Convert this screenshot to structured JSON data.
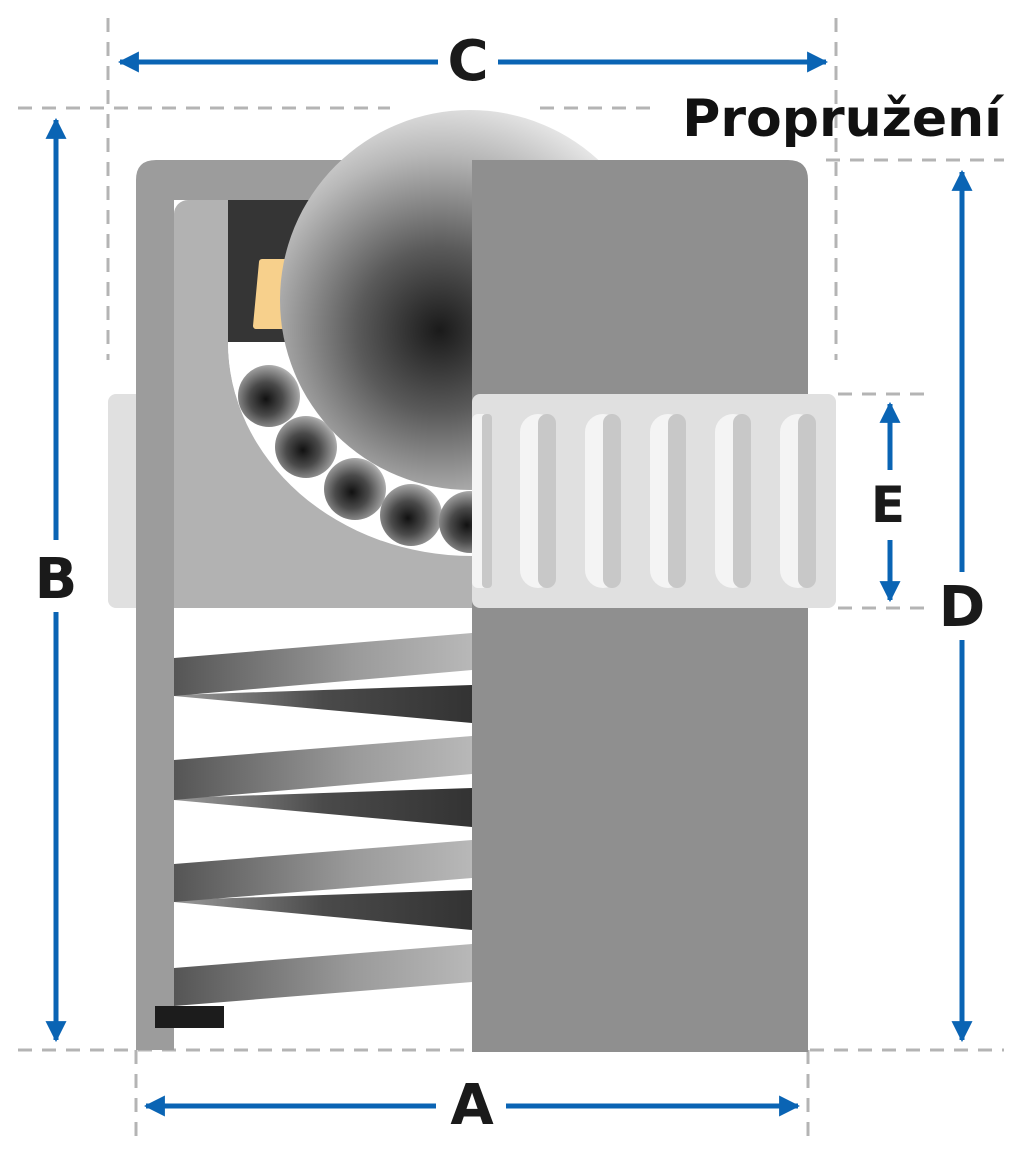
{
  "title": "Propružení",
  "dimensions": {
    "a": "A",
    "b": "B",
    "c": "C",
    "d": "D",
    "e": "E"
  },
  "colors": {
    "arrow": "#0a64b4",
    "guide": "#b4b4b4",
    "housing_dark": "#8f8f8f",
    "housing_mid": "#9c9c9c",
    "housing_light": "#b2b2b2",
    "flange": "#e0e0e0",
    "slot": "#f4f4f4",
    "slot_shadow": "#c8c8c8",
    "cap": "#353535",
    "pad": "#f7d08c",
    "seat": "#ffffff",
    "spring_dark": "#3a3a3a",
    "spring_light": "#b5b5b5"
  },
  "icons": {
    "main_ball": "ball-icon",
    "support_ball": "support-ball-icon",
    "spring": "spring-icon"
  }
}
